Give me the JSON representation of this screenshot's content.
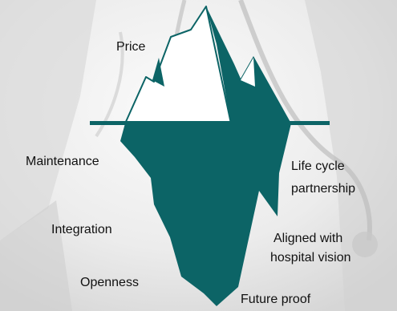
{
  "colors": {
    "iceberg": "#0c6466",
    "ice_top": "#ffffff",
    "background": "#eeeeee",
    "text": "#111111"
  },
  "labels": {
    "price": "Price",
    "maintenance": "Maintenance",
    "life_cycle_1": "Life cycle",
    "life_cycle_2": "partnership",
    "integration": "Integration",
    "aligned_1": "Aligned with",
    "aligned_2": "hospital vision",
    "openness": "Openness",
    "future_proof": "Future proof"
  }
}
